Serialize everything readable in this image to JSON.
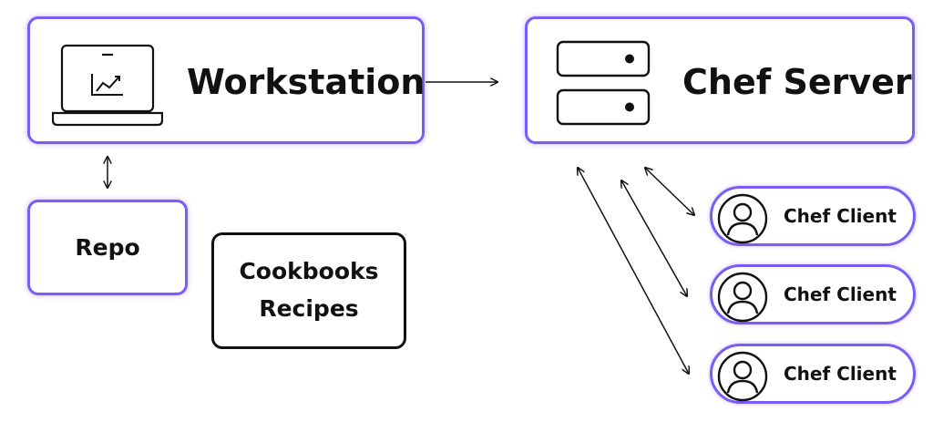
{
  "workstation": {
    "label": "Workstation",
    "icon": "laptop-chart-icon"
  },
  "chef_server": {
    "label": "Chef Server",
    "icon": "server-rack-icon"
  },
  "repo": {
    "label": "Repo"
  },
  "cookbooks": {
    "line1": "Cookbooks",
    "line2": "Recipes"
  },
  "clients": [
    {
      "label": "Chef Client",
      "icon": "user-icon"
    },
    {
      "label": "Chef Client",
      "icon": "user-icon"
    },
    {
      "label": "Chef Client",
      "icon": "user-icon"
    }
  ],
  "colors": {
    "accent": "#7b5cf5",
    "ink": "#111111"
  }
}
